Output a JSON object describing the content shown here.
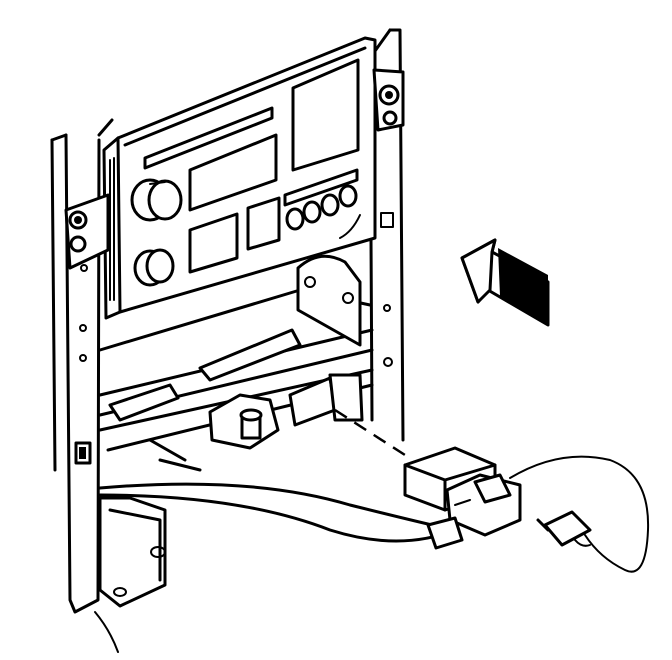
{
  "illustration": {
    "colors": {
      "line": "#000000",
      "background": "#ffffff"
    },
    "parts": [
      "mounting-bracket",
      "radio-faceplate",
      "volume-knob",
      "tuning-knob",
      "preset-buttons",
      "display-window",
      "support-shelf",
      "harness-connector",
      "wiring-harness",
      "antenna-lead",
      "direction-arrow"
    ]
  }
}
